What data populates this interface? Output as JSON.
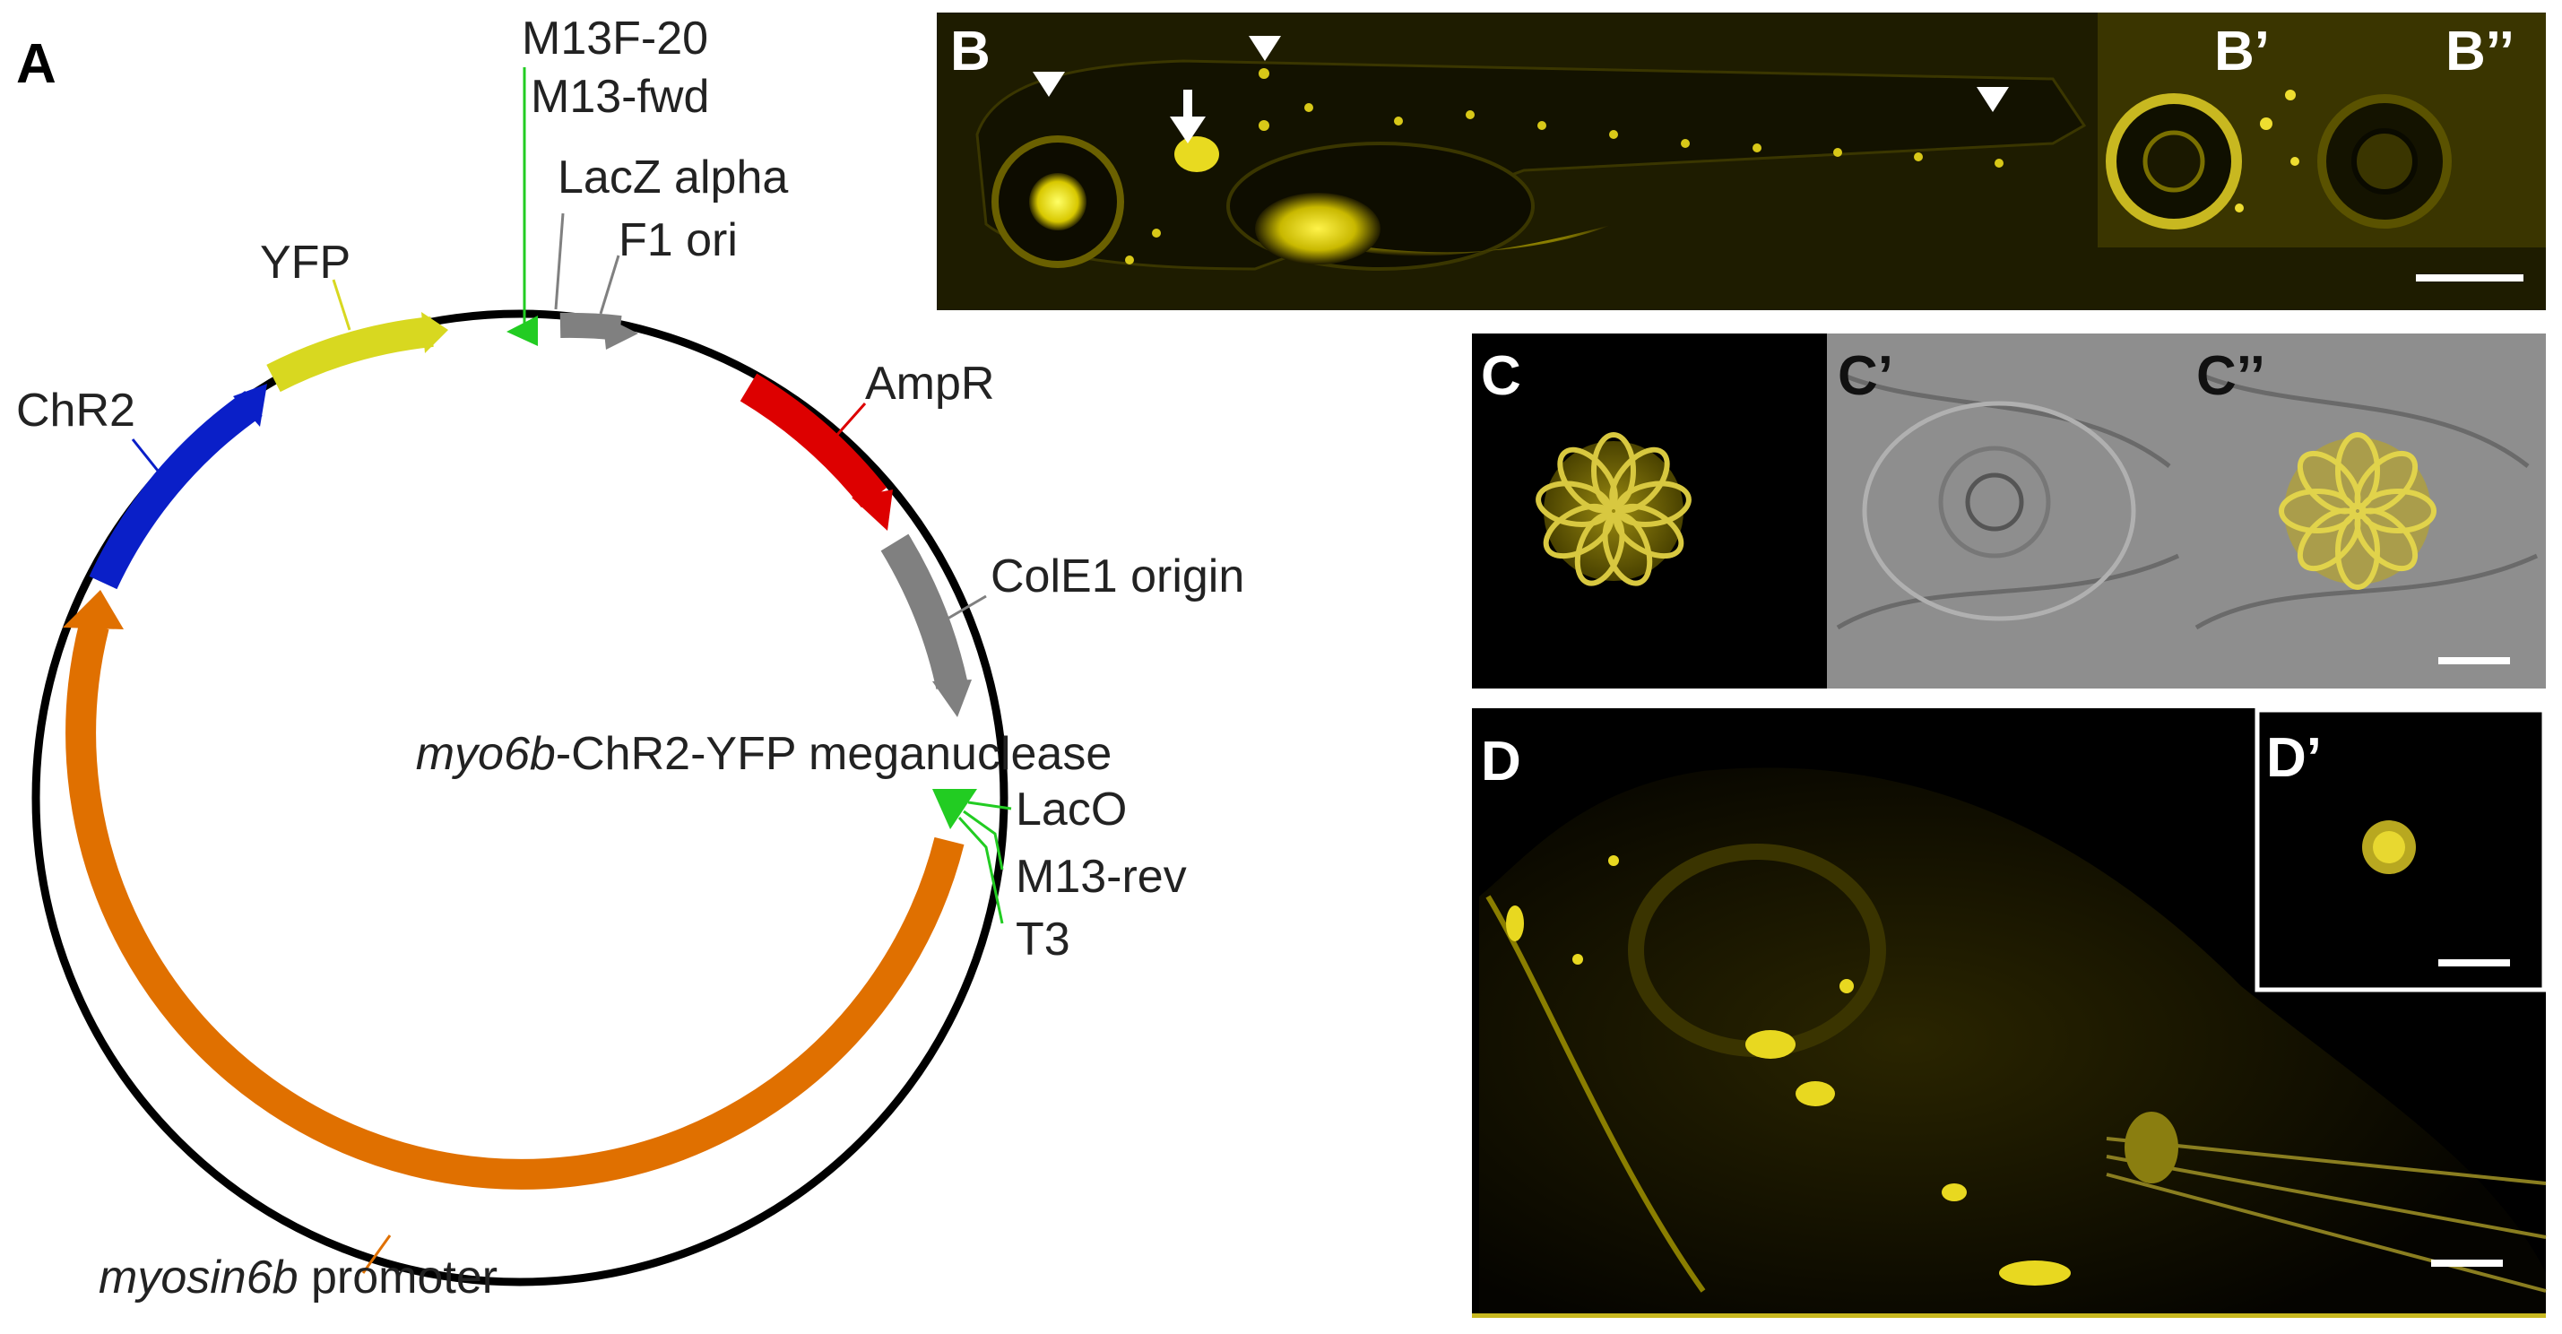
{
  "panels": {
    "A": "A",
    "B": "B",
    "B1": "B’",
    "B2": "B’’",
    "C": "C",
    "C1": "C’",
    "C2": "C’’",
    "D": "D",
    "D1": "D’"
  },
  "plasmid": {
    "name_italic": "myo6b",
    "name_rest": "-ChR2-YFP meganuclease",
    "features": {
      "m13f20": "M13F-20",
      "m13fwd": "M13-fwd",
      "lacz": "LacZ alpha",
      "f1ori": "F1 ori",
      "ampr": "AmpR",
      "cole1": "ColE1 origin",
      "laco": "LacO",
      "m13rev": "M13-rev",
      "t3": "T3",
      "yfp": "YFP",
      "chr2": "ChR2",
      "promoter_italic": "myosin6b",
      "promoter_rest": " promoter"
    },
    "colors": {
      "backbone": "#000000",
      "yfp": "#d8d820",
      "chr2": "#0a1fc8",
      "promoter": "#e07000",
      "ampr": "#dd0000",
      "grey": "#808080",
      "primer": "#22cc22"
    }
  },
  "colors": {
    "fluorescence": "#ffee33",
    "background": "#000000"
  }
}
